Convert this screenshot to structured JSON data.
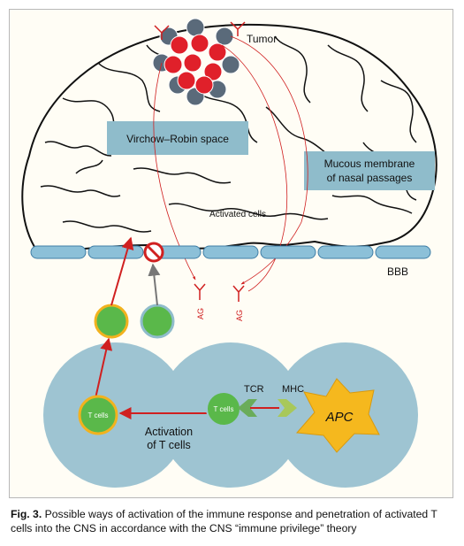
{
  "labels": {
    "tumor": "Tumor",
    "virchow_robin": "Virchow–Robin space",
    "mucous_line1": "Mucous membrane",
    "mucous_line2": "of nasal passages",
    "activated_cells": "Activated cells",
    "bbb": "BBB",
    "ag": "AG",
    "tcr": "TCR",
    "mhc": "MHC",
    "apc": "APC",
    "t_cells": "T cells",
    "activation_line1": "Activation",
    "activation_line2": "of T cells"
  },
  "caption": {
    "fig_label": "Fig. 3.",
    "text": "Possible ways of activation of the immune response and penetration of activated T cells into the CNS in accordance with the CNS “immune privilege” theory"
  },
  "colors": {
    "tumor_red": "#e0202a",
    "tumor_gray": "#5a6a7a",
    "arrow_red": "#d02020",
    "label_box": "#8fbccb",
    "bbb_cell": "#8cc0d8",
    "lymph_node": "#9ec4d2",
    "t_cell_green": "#5ab84a",
    "t_cell_ring": "#f2b21e",
    "apc_yellow": "#f5b81e",
    "tcr_green": "#6aac5a",
    "mhc_green": "#a8c85a"
  }
}
